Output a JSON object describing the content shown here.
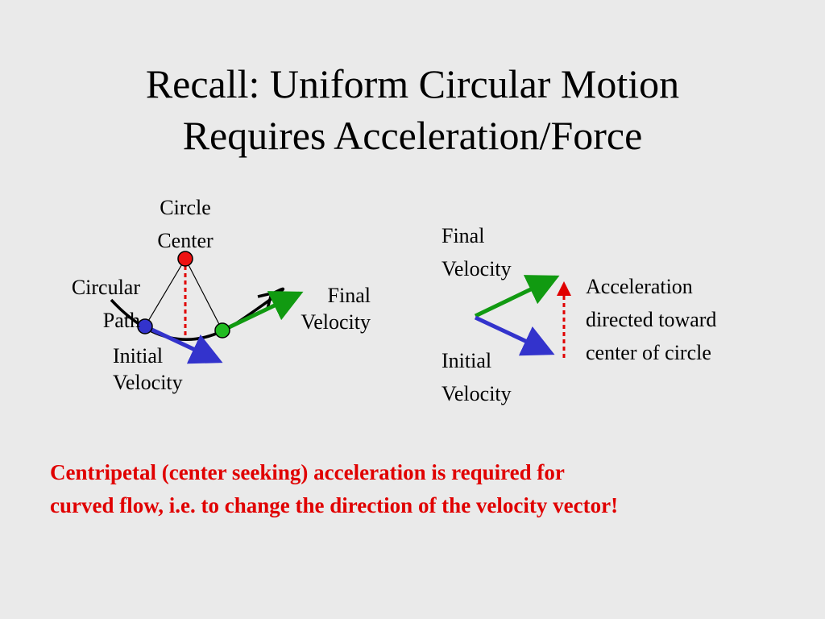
{
  "slide": {
    "title_lines": [
      "Recall: Uniform Circular Motion",
      "Requires Acceleration/Force"
    ]
  },
  "left_diagram": {
    "center_label": [
      "Circle",
      "Center"
    ],
    "path_label": [
      "Circular",
      "Path"
    ],
    "final_velocity_label": [
      "Final",
      "Velocity"
    ],
    "initial_velocity_label": [
      "Initial",
      "Velocity"
    ]
  },
  "right_diagram": {
    "final_velocity_label": [
      "Final",
      "Velocity"
    ],
    "initial_velocity_label": [
      "Initial",
      "Velocity"
    ],
    "acceleration_label": [
      "Acceleration",
      "directed toward",
      "center of circle"
    ]
  },
  "note_lines": [
    "Centripetal (center seeking) acceleration is required for",
    "curved flow, i.e. to change the direction of the velocity vector!"
  ],
  "colors": {
    "background": "#eaeaea",
    "final_velocity": "#119a11",
    "initial_velocity": "#3333cc",
    "acceleration": "#e00000",
    "center_point": "#ee1111",
    "note_text": "#e00000"
  }
}
